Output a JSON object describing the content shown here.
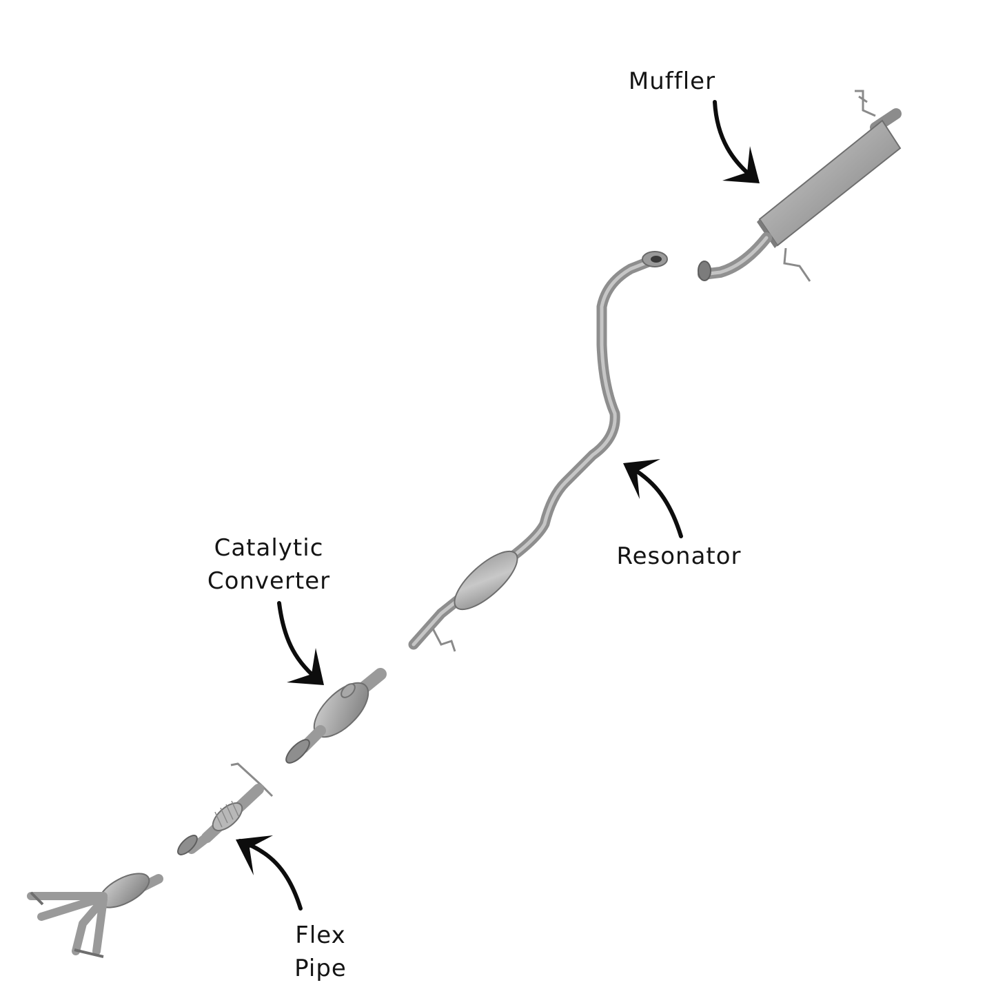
{
  "labels": {
    "muffler": "Muffler",
    "resonator": "Resonator",
    "catalytic_line1": "Catalytic",
    "catalytic_line2": "Converter",
    "flex_line1": "Flex",
    "flex_line2": "Pipe"
  },
  "colors": {
    "background": "#ffffff",
    "text": "#141414",
    "arrow": "#0d0d0d",
    "metal_light": "#c4c4c4",
    "metal_mid": "#9c9c9c",
    "metal_dark": "#6e6e6e"
  }
}
